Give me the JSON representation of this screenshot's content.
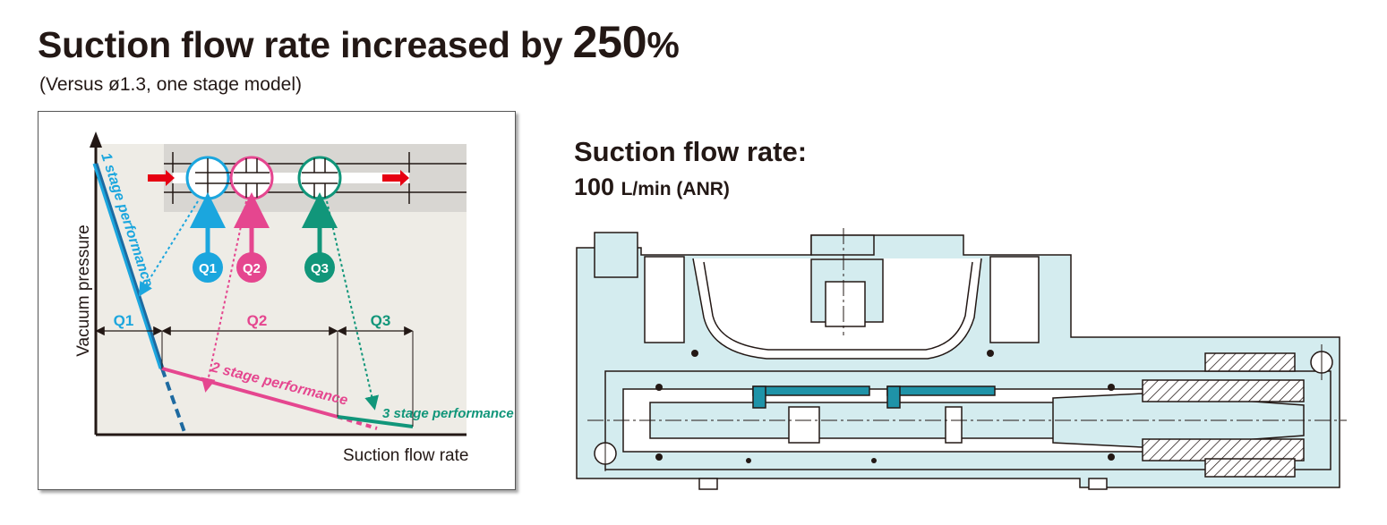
{
  "header": {
    "title_prefix": "Suction flow rate increased by ",
    "title_value": "250",
    "title_suffix": "%",
    "subtitle": "(Versus ø1.3, one stage model)"
  },
  "graph": {
    "y_axis_label": "Vacuum pressure",
    "x_axis_label": "Suction flow rate",
    "ranges": [
      "Q1",
      "Q2",
      "Q3"
    ],
    "nozzles": [
      "Q1",
      "Q2",
      "Q3"
    ],
    "stage1_label": "1 stage performance",
    "stage2_label": "2 stage performance",
    "stage3_label": "3 stage performance",
    "colors": {
      "q1": "#1ba6de",
      "q2": "#e5468f",
      "q3": "#11967a",
      "arrow": "#e60012",
      "bg": "#eeece6"
    }
  },
  "spec": {
    "label": "Suction flow rate:",
    "value": "100",
    "unit": "L/min (ANR)"
  },
  "drawing": {
    "body_color": "#d4ecef",
    "accent_color": "#1f93a8"
  }
}
